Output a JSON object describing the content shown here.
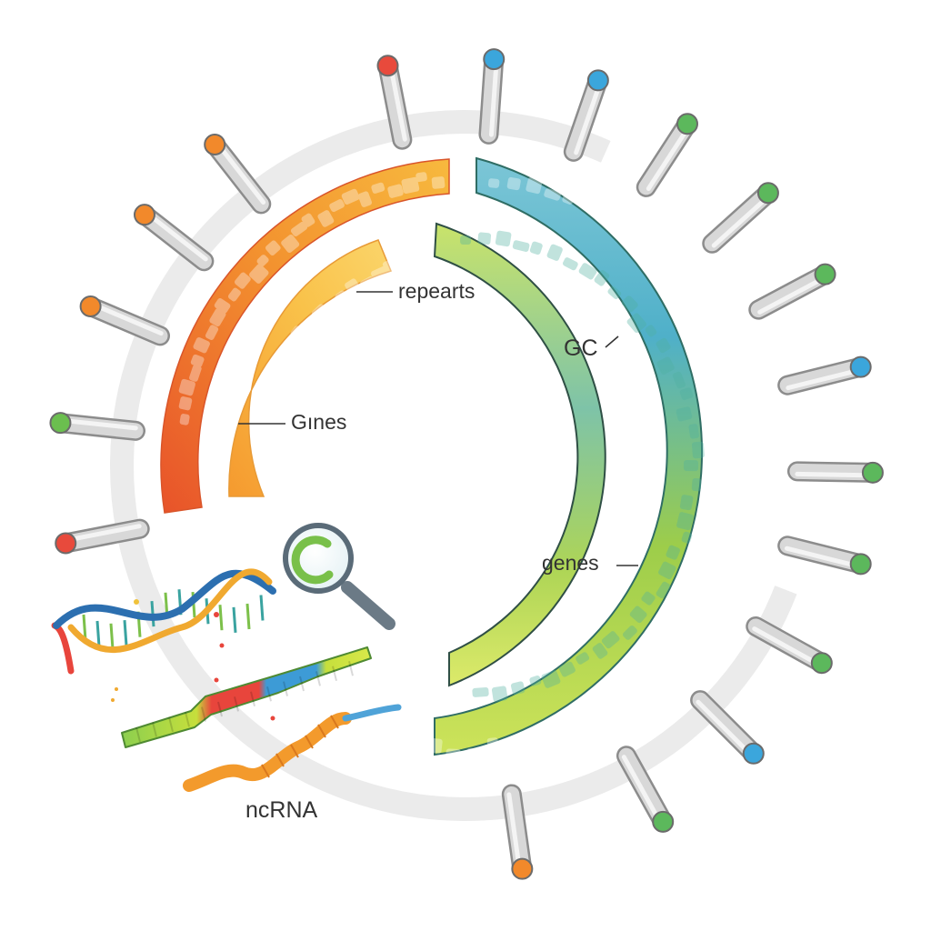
{
  "labels": {
    "repeats": "repearts",
    "gc": "GC",
    "genes_left": "Gınes",
    "genes_right": "genes",
    "ncrna": "ncRNA"
  },
  "colors": {
    "background": "#ffffff",
    "outer_ring": "#ebebeb",
    "tick_body": "#d4d4d4",
    "tick_outline": "#8c8c8c",
    "left_outer_arc": [
      "#e8532a",
      "#f3932f",
      "#f7b93e"
    ],
    "left_inner_arc": [
      "#f59a2f",
      "#f9c24a",
      "#fbd56b"
    ],
    "right_outer_arc": [
      "#7cc6d6",
      "#4fb0c9",
      "#9dcd4a",
      "#cde35a"
    ],
    "right_inner_arc": [
      "#c9e36a",
      "#7ec3a8",
      "#aed556",
      "#dcea6a"
    ],
    "dna_strand_a": "#2c6fb0",
    "dna_strand_b": "#f0a930",
    "chromosome": [
      "#8ccf4f",
      "#e8453c",
      "#3d9bd6",
      "#c6df3c"
    ],
    "rna": "#f39a2c",
    "rna_tail": "#4fa3d8"
  },
  "tick_caps": [
    "#e84a3c",
    "#3ba6dc",
    "#3ba6dc",
    "#5cb85c",
    "#5cb85c",
    "#5cb85c",
    "#3ba6dc",
    "#5cb85c",
    "#5cb85c",
    "#5cb85c",
    "#3ba6dc",
    "#5cb85c",
    "#f2892b",
    "#e84a3c",
    "#6bbf4f",
    "#f2892b",
    "#f2892b",
    "#f2892b"
  ],
  "icons": {
    "dna": "dna-helix-icon",
    "magnifier": "magnifying-glass-icon",
    "chromosome": "chromosome-icon",
    "rna": "ncrna-strand-icon"
  }
}
